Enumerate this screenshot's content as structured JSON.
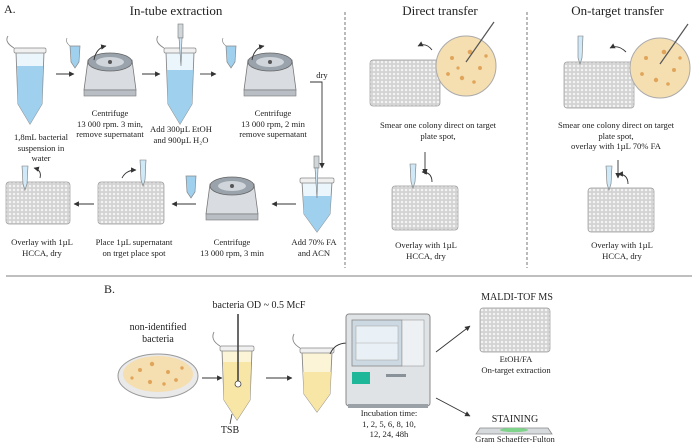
{
  "panel_a": {
    "label": "A.",
    "title_in_tube": "In-tube extraction",
    "title_direct": "Direct transfer",
    "title_on_target": "On-target transfer",
    "step1": [
      "1,8mL bacterial",
      "suspension in",
      "water"
    ],
    "step2": [
      "Centrifuge",
      "13 000 rpm. 3 min,",
      "remove supernatant"
    ],
    "step3": [
      "Add 300µL EtOH",
      "and 900µL H₂O"
    ],
    "step4": [
      "Centrifuge",
      "13 000 rpm, 2 min",
      "remove supernatant"
    ],
    "dry": "dry",
    "step5": [
      "Add 70% FA",
      "and ACN"
    ],
    "step6": [
      "Centrifuge",
      "13 000 rpm, 3 min"
    ],
    "step7": [
      "Place 1µL supernatant",
      "on trget place spot"
    ],
    "step8": [
      "Overlay with 1µL",
      "HCCA, dry"
    ],
    "direct_step1": [
      "Smear one colony direct on target",
      "plate spot,"
    ],
    "direct_step2": [
      "Overlay with 1µL",
      "HCCA, dry"
    ],
    "ontarget_step1": [
      "Smear one colony direct on target",
      "plate spot,",
      "overlay with 1µL 70% FA"
    ],
    "ontarget_step2": [
      "Overlay with 1µL",
      "HCCA, dry"
    ]
  },
  "panel_b": {
    "label": "B.",
    "non_identified": [
      "non-identified",
      "bacteria"
    ],
    "od": "bacteria OD ~ 0.5 McF",
    "tsb": "TSB",
    "incubation": [
      "Incubation time:",
      "1, 2, 5, 6, 8, 10,",
      "12, 24, 48h"
    ],
    "maldi_title": "MALDI-TOF MS",
    "maldi_sub": [
      "EtOH/FA",
      "On-target extraction"
    ],
    "staining_title": "STAINING",
    "staining_sub": [
      "Gram",
      "Schaeffer-Fulton"
    ]
  },
  "colors": {
    "liquid": "#9fd0ee",
    "plate": "#c9c9c9",
    "agar": "#f5deb0",
    "colony": "#e0a55a",
    "incubator_accent": "#1fb79a"
  }
}
